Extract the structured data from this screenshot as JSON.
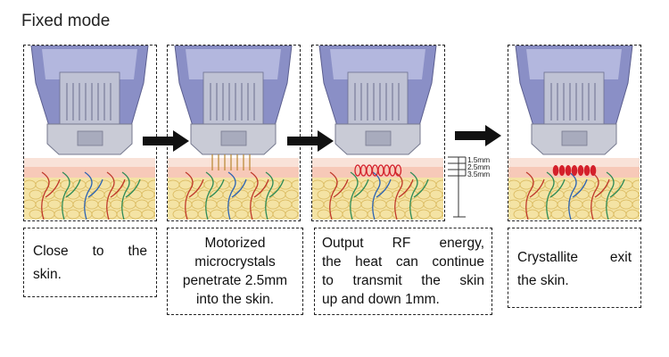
{
  "title": "Fixed mode",
  "steps": [
    {
      "caption_lines": [
        "Close to the",
        "skin."
      ],
      "stage": "close"
    },
    {
      "caption_lines": [
        "Motorized",
        "microcrystals",
        "penetrate 2.5mm",
        "into the skin."
      ],
      "stage": "penetrate"
    },
    {
      "caption_lines": [
        "Output RF energy,",
        "the heat can continue",
        "to transmit the skin",
        "up and down 1mm."
      ],
      "stage": "rf"
    },
    {
      "caption_lines": [
        "Crystallite exit",
        "the skin."
      ],
      "stage": "exit"
    }
  ],
  "depth_labels": [
    "1.5mm",
    "2.5mm",
    "3.5mm"
  ],
  "colors": {
    "device": "#8a8fc6",
    "skin_top": "#f7c9b8",
    "dermis": "#f4e3a4",
    "heat": "#d4202b"
  }
}
